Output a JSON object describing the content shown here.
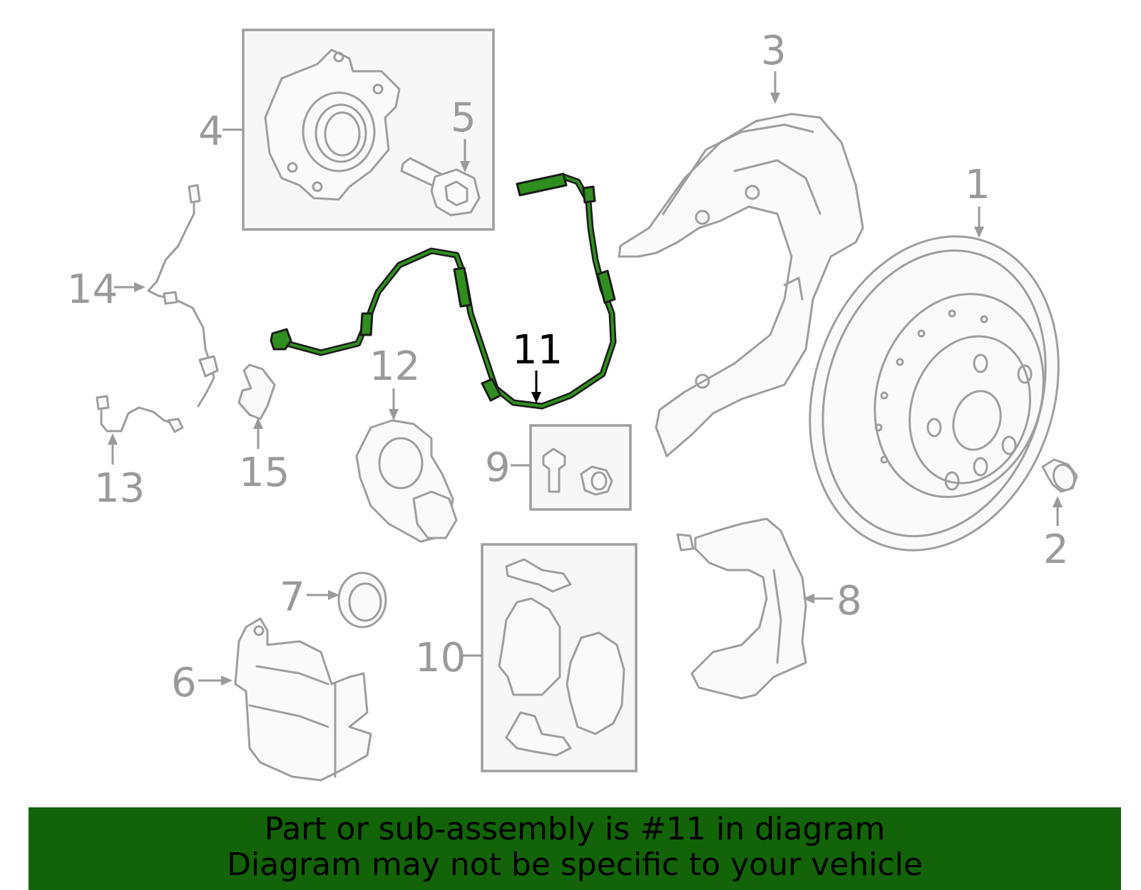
{
  "callouts": {
    "c1": "1",
    "c2": "2",
    "c3": "3",
    "c4": "4",
    "c5": "5",
    "c6": "6",
    "c7": "7",
    "c8": "8",
    "c9": "9",
    "c10": "10",
    "c11": "11",
    "c12": "12",
    "c13": "13",
    "c14": "14",
    "c15": "15"
  },
  "highlighted_part": "11",
  "colors": {
    "highlight": "#2f8f1e",
    "banner_bg": "#136309",
    "part_outline": "#9e9e9e"
  },
  "banner": {
    "line1": "Part or sub-assembly is #11 in diagram",
    "line2": "Diagram may not be specific to your vehicle"
  }
}
